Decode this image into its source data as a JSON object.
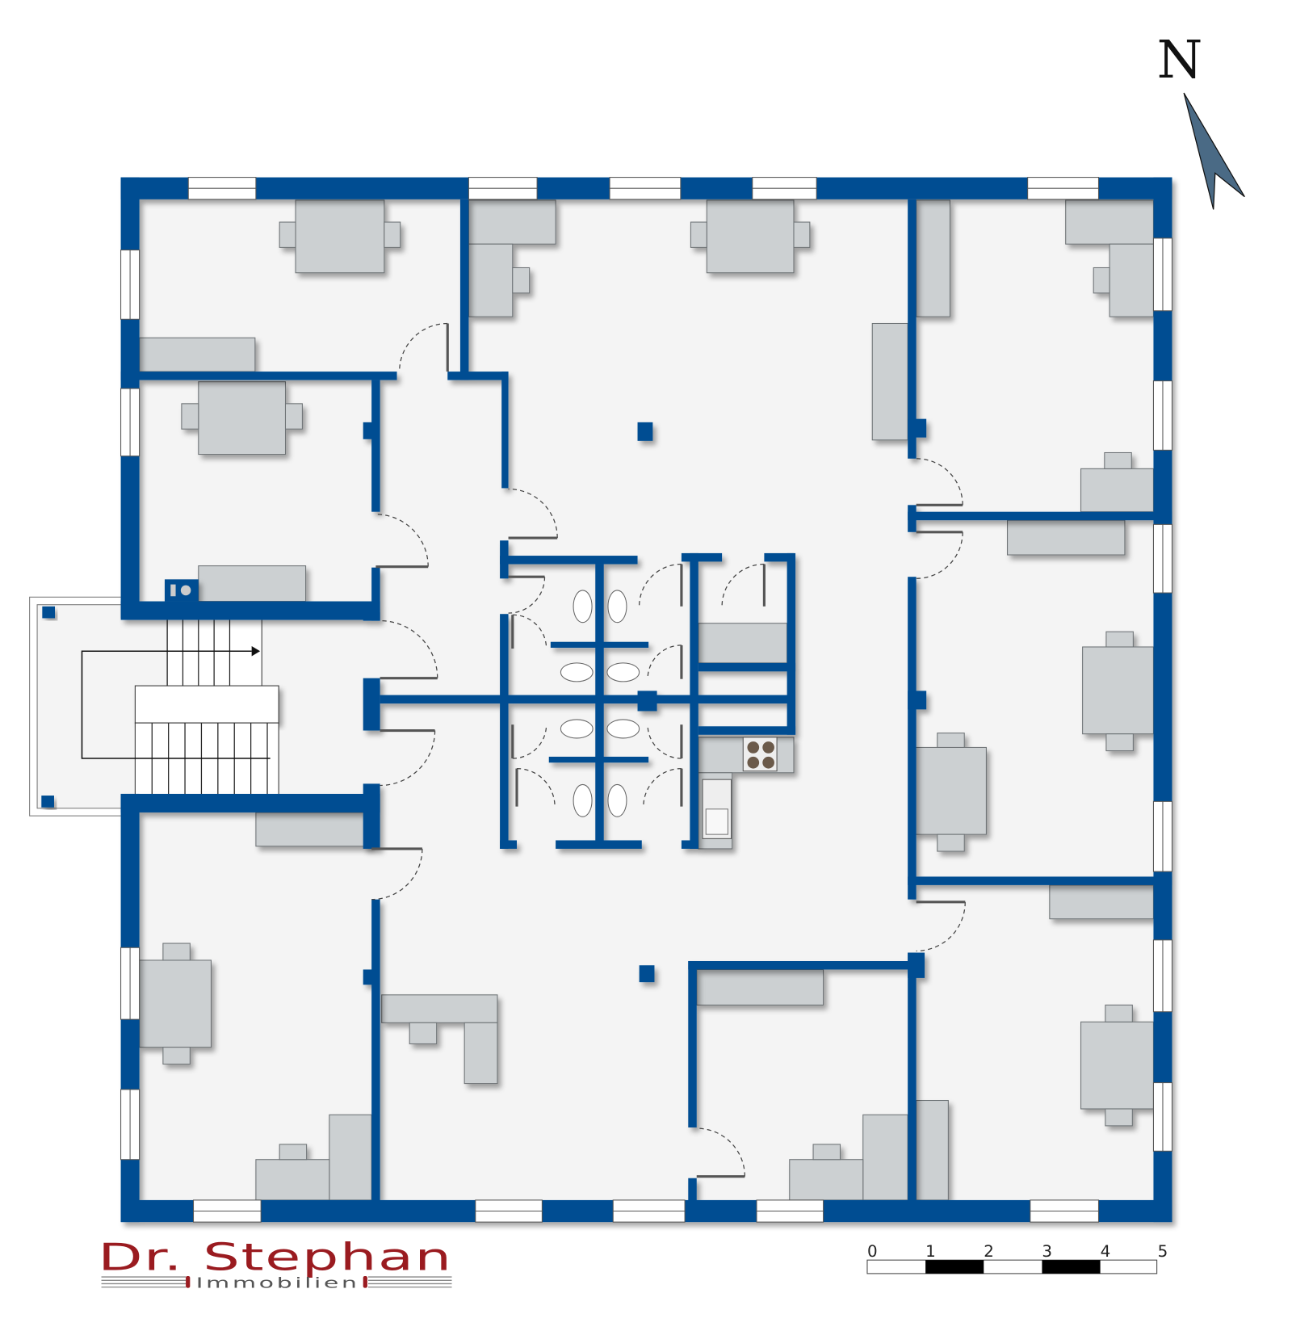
{
  "logo": {
    "name": "Dr. Stephan",
    "subtitle": "Immobilien",
    "color": "#9a1b20"
  },
  "north": {
    "label": "N",
    "arrow_color": "#4a6a85"
  },
  "scale_bar": {
    "labels": [
      "0",
      "1",
      "2",
      "3",
      "4",
      "5"
    ]
  },
  "colors": {
    "wall": "#004e92",
    "furniture": "#ccd0d2",
    "floor": "#f4f4f4"
  }
}
